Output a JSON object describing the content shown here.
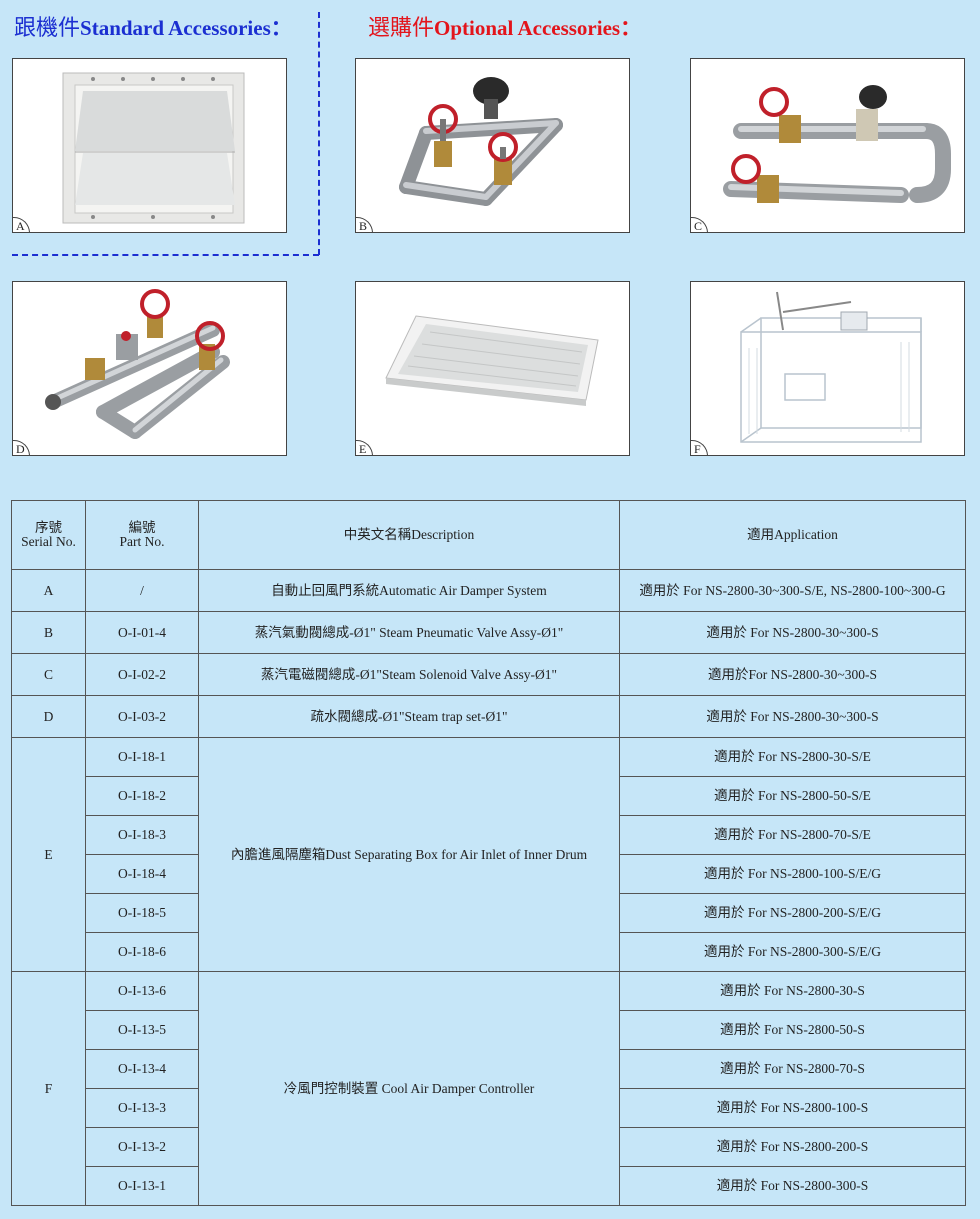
{
  "headings": {
    "standard_zh": "跟機件",
    "standard_en": "Standard Accessories：",
    "optional_zh": "選購件",
    "optional_en": "Optional Accessories："
  },
  "photos": [
    {
      "letter": "A",
      "subject": "air-damper-photo"
    },
    {
      "letter": "B",
      "subject": "steam-pneumatic-valve-photo"
    },
    {
      "letter": "C",
      "subject": "steam-solenoid-valve-photo"
    },
    {
      "letter": "D",
      "subject": "steam-trap-photo"
    },
    {
      "letter": "E",
      "subject": "dust-separating-box-photo"
    },
    {
      "letter": "F",
      "subject": "cool-air-damper-photo"
    }
  ],
  "table": {
    "headers": {
      "serial_zh": "序號",
      "serial_en": "Serial No.",
      "part_zh": "編號",
      "part_en": "Part No.",
      "description": "中英文名稱Description",
      "application": "適用Application"
    },
    "rows": {
      "A": {
        "serial": "A",
        "part": "/",
        "description": "自動止回風門系統Automatic Air Damper System",
        "application": "適用於 For NS-2800-30~300-S/E, NS-2800-100~300-G"
      },
      "B": {
        "serial": "B",
        "part": "O-I-01-4",
        "description": "蒸汽氣動閥總成-Ø1\" Steam Pneumatic Valve Assy-Ø1\"",
        "application": "適用於 For NS-2800-30~300-S"
      },
      "C": {
        "serial": "C",
        "part": "O-I-02-2",
        "description": "蒸汽電磁閥總成-Ø1\"Steam Solenoid Valve Assy-Ø1\"",
        "application": "適用於For NS-2800-30~300-S"
      },
      "D": {
        "serial": "D",
        "part": "O-I-03-2",
        "description": "疏水閥總成-Ø1\"Steam trap set-Ø1\"",
        "application": "適用於 For NS-2800-30~300-S"
      }
    },
    "group_e": {
      "serial": "E",
      "description": "內膽進風隔塵箱Dust Separating Box for Air Inlet of Inner Drum",
      "items": [
        {
          "part": "O-I-18-1",
          "application": "適用於 For NS-2800-30-S/E"
        },
        {
          "part": "O-I-18-2",
          "application": "適用於 For NS-2800-50-S/E"
        },
        {
          "part": "O-I-18-3",
          "application": "適用於 For NS-2800-70-S/E"
        },
        {
          "part": "O-I-18-4",
          "application": "適用於 For NS-2800-100-S/E/G"
        },
        {
          "part": "O-I-18-5",
          "application": "適用於 For NS-2800-200-S/E/G"
        },
        {
          "part": "O-I-18-6",
          "application": "適用於 For NS-2800-300-S/E/G"
        }
      ]
    },
    "group_f": {
      "serial": "F",
      "description": "冷風門控制裝置  Cool Air Damper Controller",
      "items": [
        {
          "part": "O-I-13-6",
          "application": "適用於 For NS-2800-30-S"
        },
        {
          "part": "O-I-13-5",
          "application": "適用於 For NS-2800-50-S"
        },
        {
          "part": "O-I-13-4",
          "application": "適用於 For NS-2800-70-S"
        },
        {
          "part": "O-I-13-3",
          "application": "適用於 For NS-2800-100-S"
        },
        {
          "part": "O-I-13-2",
          "application": "適用於 For NS-2800-200-S"
        },
        {
          "part": "O-I-13-1",
          "application": "適用於 For NS-2800-300-S"
        }
      ]
    }
  }
}
